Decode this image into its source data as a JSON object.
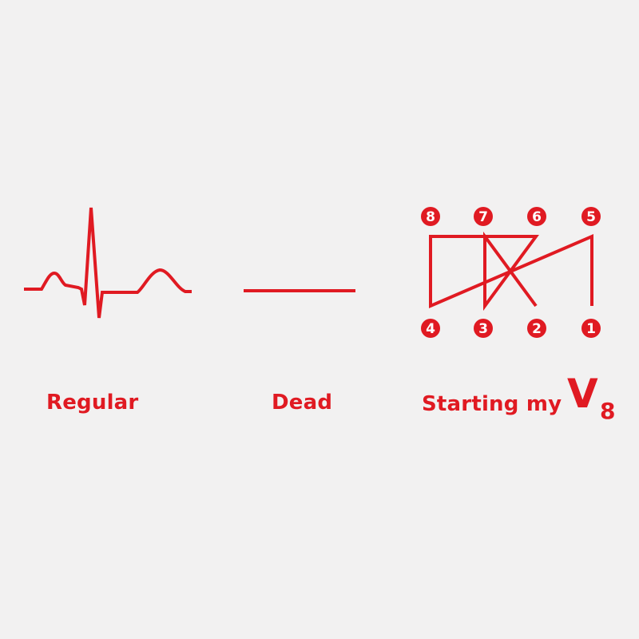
{
  "colors": {
    "accent": "#e01a22",
    "background": "#f2f1f1"
  },
  "panels": {
    "regular": {
      "label": "Regular"
    },
    "dead": {
      "label": "Dead"
    },
    "v8": {
      "label": "Starting my",
      "v": "V",
      "eight": "8",
      "top_numbers": [
        "8",
        "7",
        "6",
        "5"
      ],
      "bottom_numbers": [
        "4",
        "3",
        "2",
        "1"
      ]
    }
  }
}
